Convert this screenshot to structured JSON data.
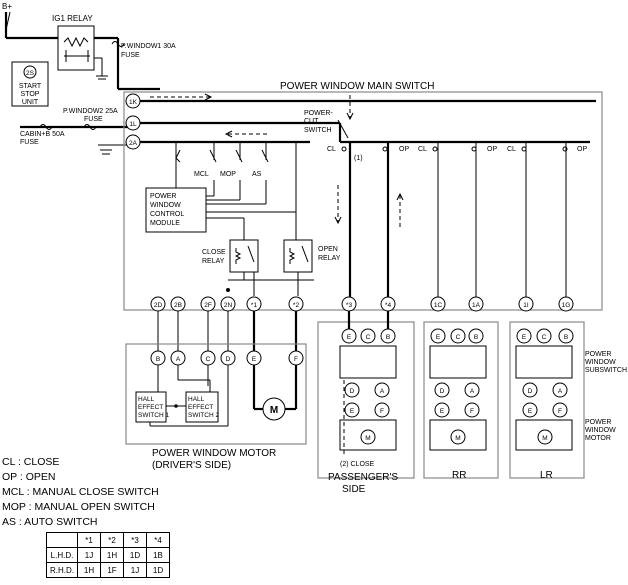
{
  "diagram": {
    "supply": {
      "battery": "B+",
      "ig1_relay": "IG1 RELAY",
      "pwindow1_fuse_1": "P.WINDOW1 30A",
      "pwindow1_fuse_2": "FUSE",
      "pwindow2_fuse": "P.WINDOW2 25A",
      "pwindow2_fuse_2": "FUSE",
      "cabin_fuse_1": "CABIN+B 50A",
      "cabin_fuse_2": "FUSE",
      "start_stop_1": "START",
      "start_stop_2": "STOP",
      "start_stop_3": "UNIT",
      "start_stop_pin": "2S"
    },
    "main_switch_title": "POWER WINDOW MAIN SWITCH",
    "main_pins": [
      "1K",
      "1L",
      "2A"
    ],
    "power_cut_switch": [
      "POWER-",
      "CUT",
      "SWITCH"
    ],
    "switch_labels": {
      "mcl": "MCL",
      "mop": "MOP",
      "as": "AS"
    },
    "control_module": [
      "POWER",
      "WINDOW",
      "CONTROL",
      "MODULE"
    ],
    "close_relay": [
      "CLOSE",
      "RELAY"
    ],
    "open_relay": [
      "OPEN",
      "RELAY"
    ],
    "cl": "CL",
    "op": "OP",
    "note1": "(1)",
    "bottom_pins": [
      "2D",
      "2B",
      "2F",
      "2N",
      "*1",
      "*2",
      "*3",
      "*4",
      "1C",
      "1A",
      "1I",
      "1G"
    ],
    "driver_motor_pins": [
      "B",
      "A",
      "C",
      "D",
      "E",
      "F"
    ],
    "hall1": [
      "HALL",
      "EFFECT",
      "SWITCH 1"
    ],
    "hall2": [
      "HALL",
      "EFFECT",
      "SWITCH 2"
    ],
    "motor_letter": "M",
    "driver_motor_label": [
      "POWER WINDOW MOTOR",
      "(DRIVER'S SIDE)"
    ],
    "sub_pins": [
      "E",
      "C",
      "B",
      "D",
      "A",
      "E",
      "F"
    ],
    "note2": "(2) CLOSE",
    "passenger": [
      "PASSENGER'S",
      "SIDE"
    ],
    "rr": "RR",
    "lr": "LR",
    "subswitch_label": [
      "POWER",
      "WINDOW",
      "SUBSWITCH"
    ],
    "motor_label": [
      "POWER",
      "WINDOW",
      "MOTOR"
    ]
  },
  "legend": [
    "CL : CLOSE",
    "OP : OPEN",
    "MCL : MANUAL CLOSE SWITCH",
    "MOP : MANUAL OPEN SWITCH",
    "AS : AUTO SWITCH"
  ],
  "pin_table": {
    "headers": [
      "",
      "*1",
      "*2",
      "*3",
      "*4"
    ],
    "rows": [
      [
        "L.H.D.",
        "1J",
        "1H",
        "1D",
        "1B"
      ],
      [
        "R.H.D.",
        "1H",
        "1F",
        "1J",
        "1D"
      ]
    ]
  }
}
